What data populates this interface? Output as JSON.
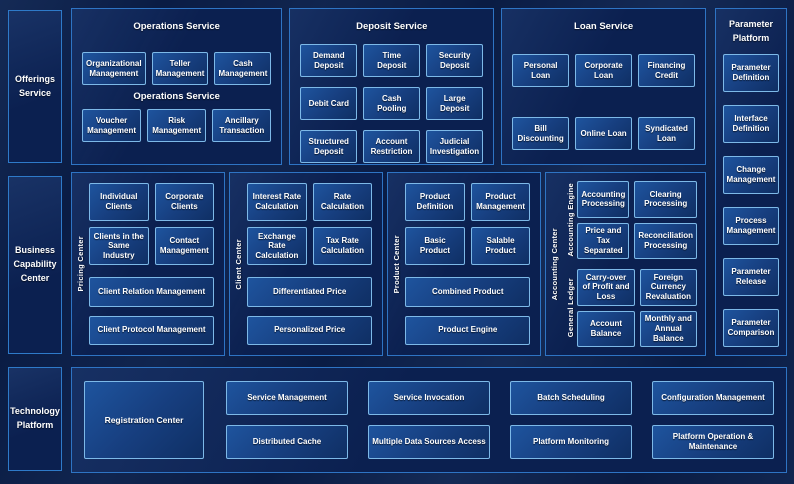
{
  "palette": {
    "page_bg": "#0a1c44",
    "panel_border": "#2e74c4",
    "item_border": "#7db9e8",
    "item_fill_light": "#1e549e",
    "item_fill_dark": "#0f2f64",
    "text": "#ffffff"
  },
  "left_labels": {
    "offerings": "Offerings Service",
    "business": "Business Capability Center",
    "technology": "Technology Platform"
  },
  "top_row": {
    "operations": {
      "title": "Operations Service",
      "mid_label": "Operations Service",
      "row1": [
        "Organizational Management",
        "Teller Management",
        "Cash Management"
      ],
      "row2": [
        "Voucher Management",
        "Risk Management",
        "Ancillary Transaction"
      ]
    },
    "deposit": {
      "title": "Deposit Service",
      "row1": [
        "Demand Deposit",
        "Time Deposit",
        "Security Deposit"
      ],
      "row2": [
        "Debit Card",
        "Cash Pooling",
        "Large Deposit"
      ],
      "row3": [
        "Structured Deposit",
        "Account Restriction",
        "Judicial Investigation"
      ]
    },
    "loan": {
      "title": "Loan Service",
      "row1": [
        "Personal Loan",
        "Corporate Loan",
        "Financing Credit"
      ],
      "row2": [
        "Bill Discounting",
        "Online Loan",
        "Syndicated Loan"
      ]
    }
  },
  "middle_row": {
    "pricing_center": {
      "label": "Pricing Center",
      "grid": [
        "Individual Clients",
        "Corporate Clients",
        "Clients in the Same Industry",
        "Contact Management"
      ],
      "wide1": "Client Relation Management",
      "wide2": "Client Protocol Management"
    },
    "client_center": {
      "label": "Client Center",
      "grid": [
        "Interest Rate Calculation",
        "Rate Calculation",
        "Exchange Rate Calculation",
        "Tax Rate Calculation"
      ],
      "wide1": "Differentiated Price",
      "wide2": "Personalized Price"
    },
    "product_center": {
      "label": "Product Center",
      "grid": [
        "Product Definition",
        "Product Management",
        "Basic Product",
        "Salable Product"
      ],
      "wide1": "Combined Product",
      "wide2": "Product Engine"
    },
    "accounting_center": {
      "label": "Accounting Center",
      "engine": {
        "label": "Accounting Engine",
        "items": [
          "Accounting Processing",
          "Clearing Processing",
          "Price and Tax Separated",
          "Reconciliation Processing"
        ]
      },
      "ledger": {
        "label": "General Ledger",
        "items": [
          "Carry-over of Profit and Loss",
          "Foreign Currency Revaluation",
          "Account Balance",
          "Monthly and Annual Balance"
        ]
      }
    }
  },
  "parameter_platform": {
    "title": "Parameter Platform",
    "items": [
      "Parameter Definition",
      "Interface Definition",
      "Change Management",
      "Process Management",
      "Parameter Release",
      "Parameter Comparison"
    ]
  },
  "technology_row": {
    "registration": "Registration Center",
    "row1": [
      "Service Management",
      "Service Invocation",
      "Batch Scheduling",
      "Configuration Management"
    ],
    "row2": [
      "Distributed Cache",
      "Multiple Data Sources Access",
      "Platform Monitoring",
      "Platform Operation & Maintenance"
    ]
  }
}
